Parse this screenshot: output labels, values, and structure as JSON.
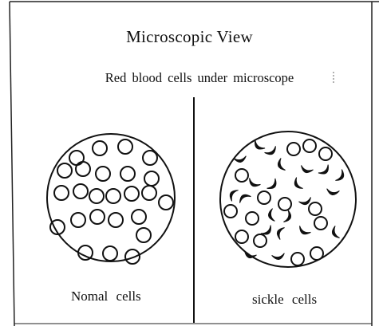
{
  "title": "Microscopic View",
  "subtitle": "Red blood cells under microscope",
  "panels": [
    {
      "caption": "Nomal cells",
      "cell_type": "round"
    },
    {
      "caption": "sickle cells",
      "cell_type": "mixed round and sickle"
    }
  ],
  "colors": {
    "ink": "#111111",
    "paper": "#ffffff"
  }
}
